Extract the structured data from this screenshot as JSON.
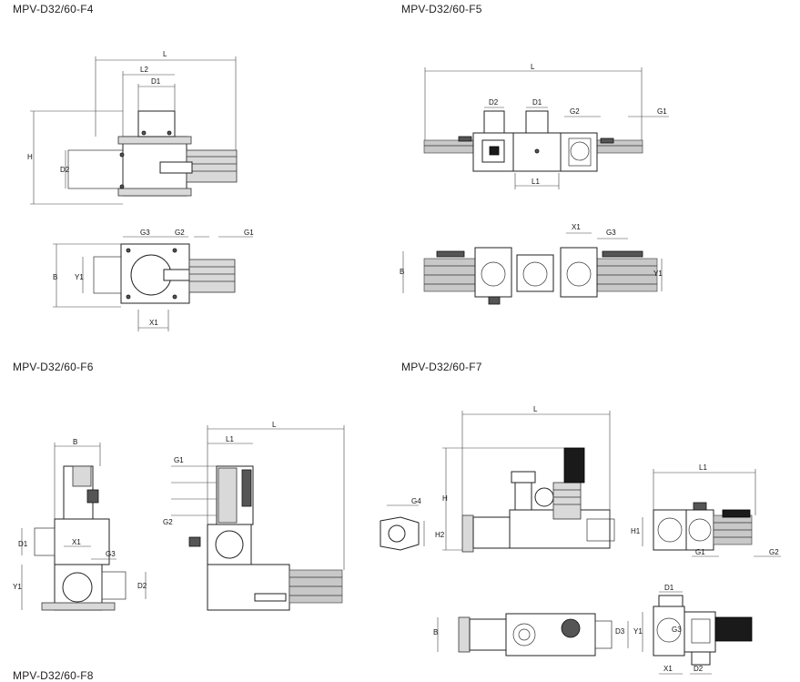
{
  "captions": {
    "f4": "MPV-D32/60-F4",
    "f5": "MPV-D32/60-F5",
    "f6": "MPV-D32/60-F6",
    "f7": "MPV-D32/60-F7",
    "f8": "MPV-D32/60-F8"
  },
  "labels": {
    "L": "L",
    "L1": "L1",
    "L2": "L2",
    "H": "H",
    "H1": "H1",
    "H2": "H2",
    "B": "B",
    "D1": "D1",
    "D2": "D2",
    "D3": "D3",
    "G1": "G1",
    "G2": "G2",
    "G3": "G3",
    "G4": "G4",
    "X1": "X1",
    "Y1": "Y1"
  }
}
